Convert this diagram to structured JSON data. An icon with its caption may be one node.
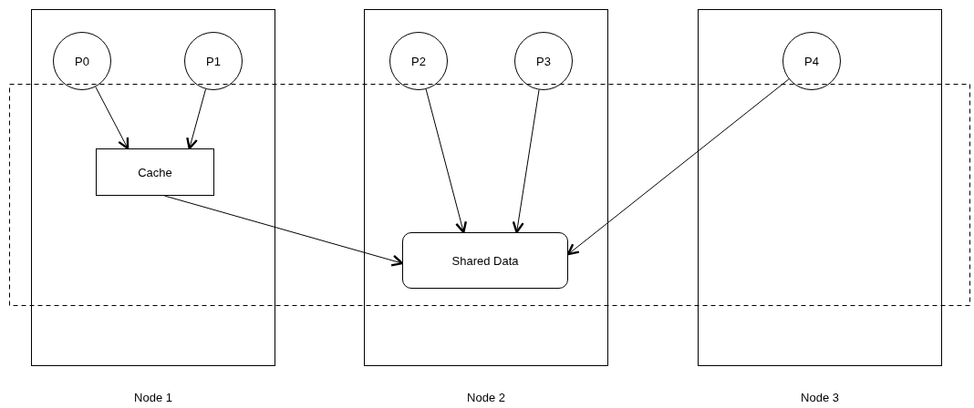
{
  "diagram": {
    "nodes": [
      {
        "text": [
          "Node 1"
        ]
      },
      {
        "text": [
          "P0"
        ],
        "in": 0
      },
      {
        "text": [
          "P1"
        ],
        "in": 0
      },
      {
        "text": [
          "Cache"
        ],
        "in": 0
      },
      {
        "text": [
          "Node 2"
        ]
      },
      {
        "text": [
          "P2"
        ],
        "in": 4
      },
      {
        "text": [
          "P3"
        ],
        "in": 4
      },
      {
        "text": [
          "Shared Data"
        ],
        "in": 4
      },
      {
        "text": [
          "Node 3"
        ]
      },
      {
        "text": [
          "P4"
        ],
        "in": 8
      }
    ],
    "edges": [
      {
        "from": 1,
        "to": 3,
        "arrow": "to"
      },
      {
        "from": 2,
        "to": 3,
        "arrow": "to"
      },
      {
        "from": 3,
        "to": 7,
        "arrow": "to"
      },
      {
        "from": 5,
        "to": 7,
        "arrow": "to"
      },
      {
        "from": 6,
        "to": 7,
        "arrow": "to"
      },
      {
        "from": 9,
        "to": 7,
        "arrow": "to"
      }
    ]
  }
}
